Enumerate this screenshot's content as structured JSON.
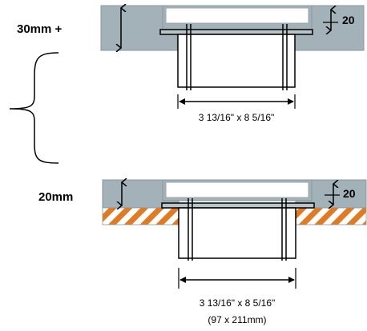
{
  "top_diagram": {
    "thickness_label": "30mm +",
    "flange_label": "20",
    "dimension_text": "3 13/16\" x 8 5/16\""
  },
  "bottom_diagram": {
    "thickness_label": "20mm",
    "flange_label": "20",
    "dimension_text": "3 13/16\" x 8 5/16\"",
    "metric_text": "(97 x 211mm)"
  },
  "colors": {
    "slab": "#a3b1b9",
    "slab_stroke": "#8a979e",
    "flange_plate": "#ffffff",
    "hatch_orange": "#e07b24",
    "line": "#000000"
  }
}
